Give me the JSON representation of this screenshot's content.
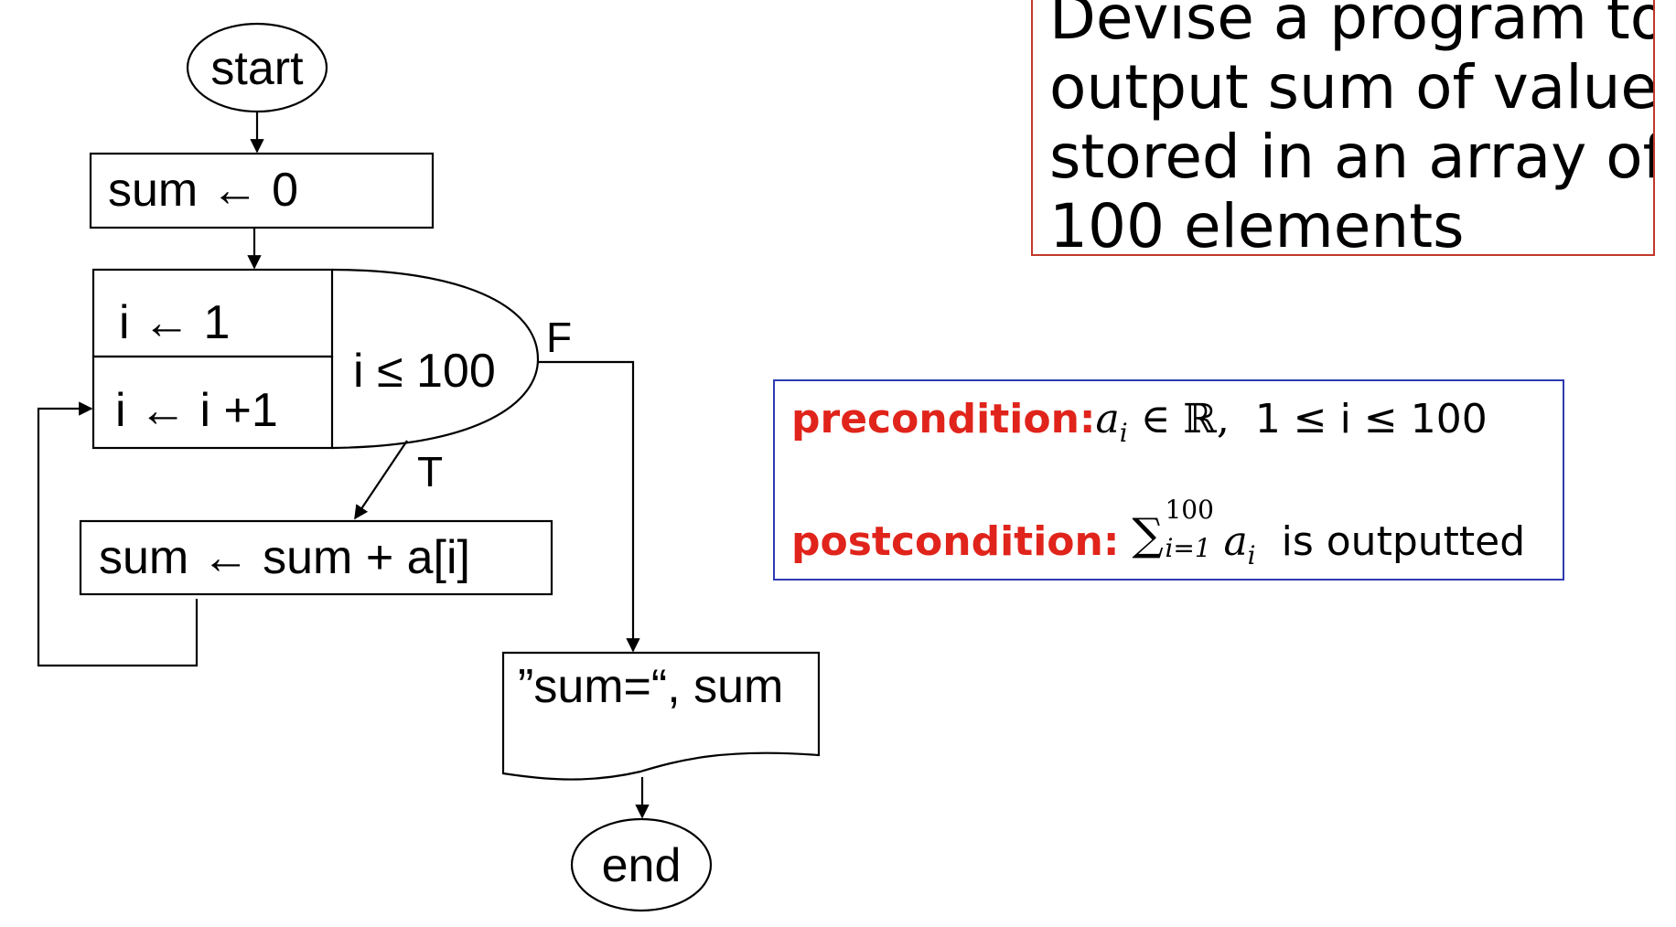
{
  "flowchart": {
    "start": "start",
    "init_sum": "sum ← 0",
    "init_i": "i ← 1",
    "increment_i": "i ← i +1",
    "condition": "i ≤ 100",
    "false_label": "F",
    "true_label": "T",
    "accumulate": "sum ← sum + a[i]",
    "output": "”sum=“, sum",
    "end": "end"
  },
  "task": {
    "lines": [
      "Devise a program to",
      "output sum of values",
      "stored in an array of",
      "100 elements"
    ]
  },
  "conditions": {
    "precondition_label": "precondition:",
    "precondition_var": "a",
    "precondition_sub": "i",
    "precondition_member": "∈ ℝ,",
    "precondition_range": "1 ≤ i ≤ 100",
    "postcondition_label": "postcondition:",
    "sum_symbol": "∑",
    "sum_upper": "100",
    "sum_lower": "i=1",
    "sum_term_var": "a",
    "sum_term_sub": "i",
    "postcondition_text": "is outputted"
  },
  "colors": {
    "task_border": "#c0392b",
    "condition_border": "#2d3bb0",
    "label_red": "#e0241b"
  }
}
